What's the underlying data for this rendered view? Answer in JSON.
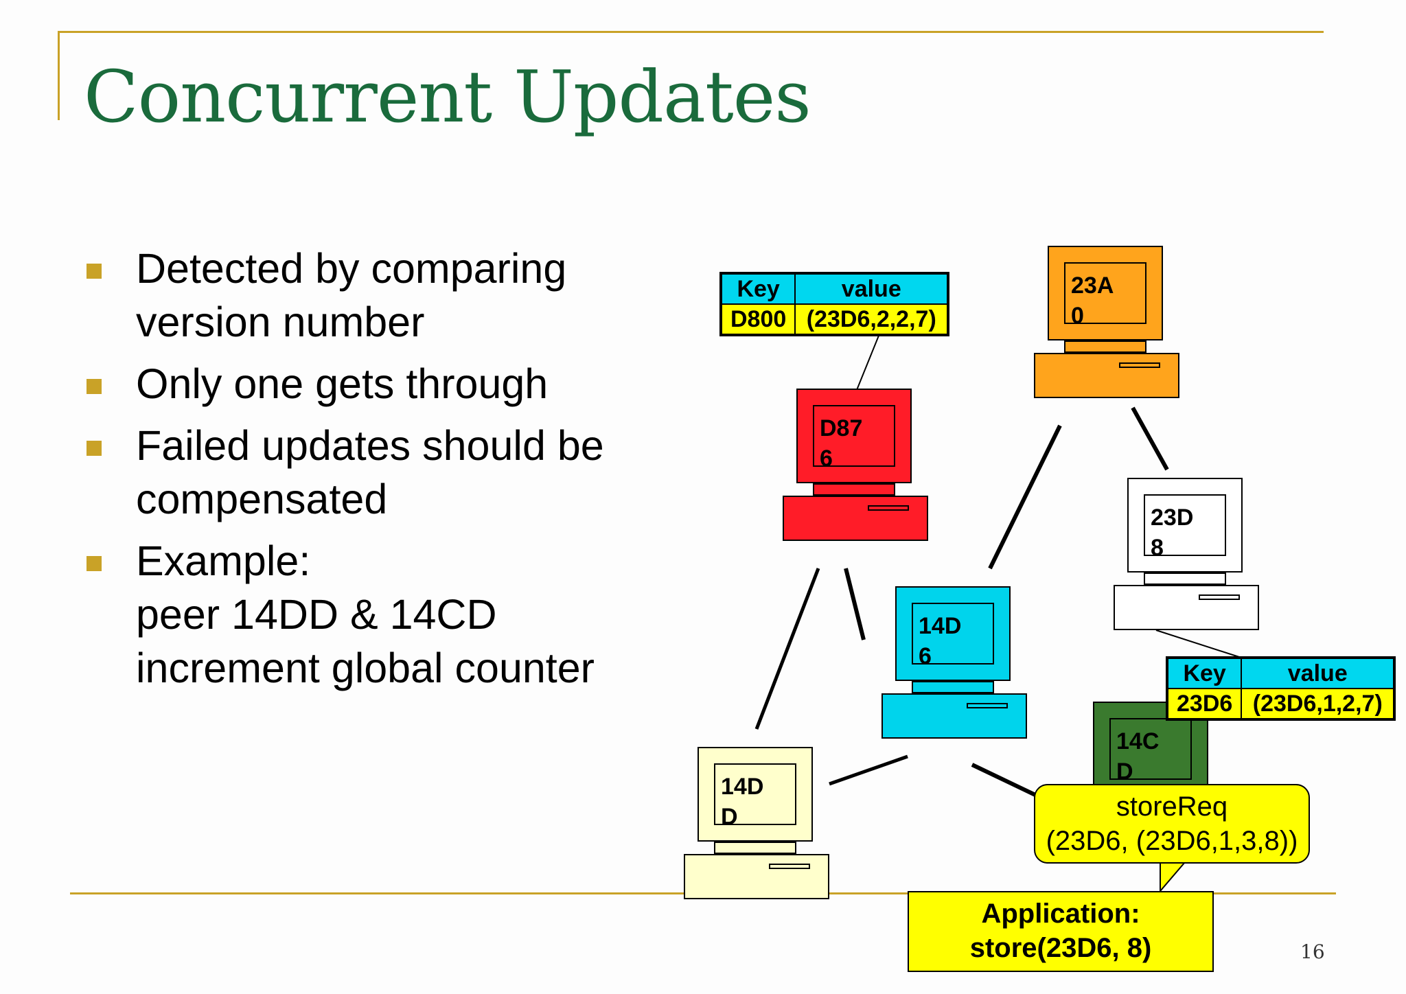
{
  "slide": {
    "title": "Concurrent Updates",
    "page_number": "16",
    "accent_color": "#c9a227",
    "title_color": "#1a6b3c"
  },
  "bullets": [
    {
      "text": "Detected by comparing\nversion number"
    },
    {
      "text": "Only one gets through"
    },
    {
      "text": "Failed updates should be\ncompensated"
    },
    {
      "text": "Example:\npeer 14DD & 14CD\nincrement global counter"
    }
  ],
  "tables": {
    "top": {
      "key_header": "Key",
      "value_header": "value",
      "key": "D800",
      "value": "(23D6,2,2,7)"
    },
    "right": {
      "key_header": "Key",
      "value_header": "value",
      "key": "23D6",
      "value": "(23D6,1,2,7)"
    }
  },
  "nodes": {
    "n23a0": {
      "label": "23A\n0",
      "color": "#ffa41c"
    },
    "nd876": {
      "label": "D87\n6",
      "color": "#ff1c28"
    },
    "n23d8": {
      "label": "23D\n8",
      "color": "#ffffff"
    },
    "n14d6": {
      "label": "14D\n6",
      "color": "#00d4ec"
    },
    "n14cd": {
      "label": "14C\nD",
      "color": "#3a7a2e"
    },
    "n14dd": {
      "label": "14D\nD",
      "color": "#ffffcc"
    }
  },
  "callouts": {
    "store_req": "storeReq\n(23D6, (23D6,1,3,8))",
    "application": "Application:\nstore(23D6, 8)"
  }
}
